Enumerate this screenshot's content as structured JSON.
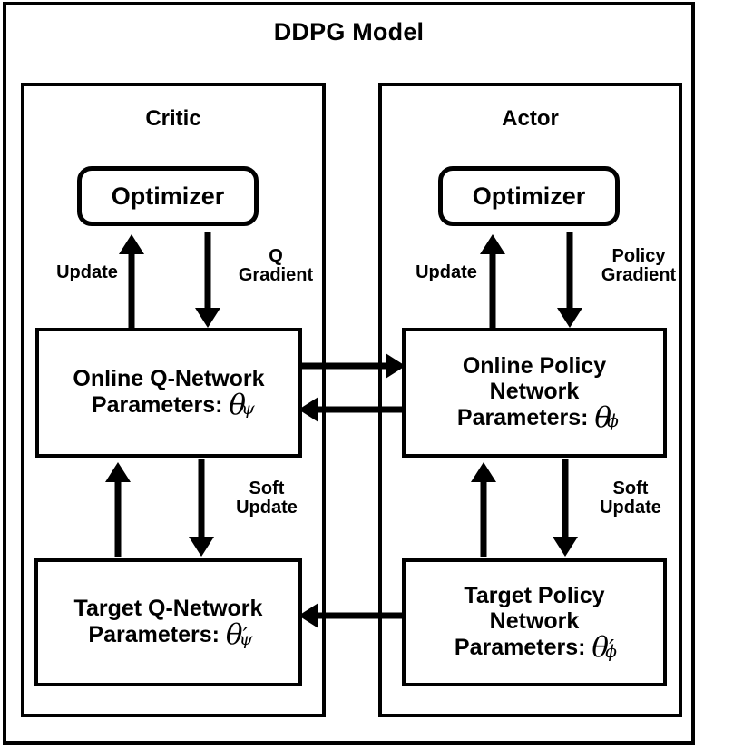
{
  "diagram": {
    "title": "DDPG Model",
    "panels": [
      {
        "key": "critic",
        "title": "Critic",
        "optimizer_label": "Optimizer",
        "online_line1": "Online Q-Network",
        "online_line2_prefix": "Parameters: ",
        "online_symbol_base": "θ",
        "online_symbol_sub": "ψ",
        "online_symbol_prime": "",
        "target_line1": "Target Q-Network",
        "target_line2_prefix": "Parameters: ",
        "target_symbol_base": "θ",
        "target_symbol_sub": "ψ",
        "target_symbol_prime": "′",
        "update_label": "Update",
        "gradient_label": "Q\nGradient",
        "soft_update_label": "Soft\nUpdate"
      },
      {
        "key": "actor",
        "title": "Actor",
        "optimizer_label": "Optimizer",
        "online_line1": "Online Policy",
        "online_line1b": "Network",
        "online_line2_prefix": "Parameters: ",
        "online_symbol_base": "θ",
        "online_symbol_sub": "ϕ",
        "online_symbol_prime": "",
        "target_line1": "Target Policy",
        "target_line1b": "Network",
        "target_line2_prefix": "Parameters: ",
        "target_symbol_base": "θ",
        "target_symbol_sub": "ϕ",
        "target_symbol_prime": "′",
        "update_label": "Update",
        "gradient_label": "Policy\nGradient",
        "soft_update_label": "Soft\nUpdate"
      }
    ],
    "cross_edges": [
      {
        "name": "online-q-to-online-policy",
        "direction": "right"
      },
      {
        "name": "online-policy-to-online-q",
        "direction": "left"
      },
      {
        "name": "target-policy-to-target-q",
        "direction": "left"
      }
    ],
    "colors": {
      "stroke": "#000000",
      "fill": "#ffffff"
    }
  }
}
